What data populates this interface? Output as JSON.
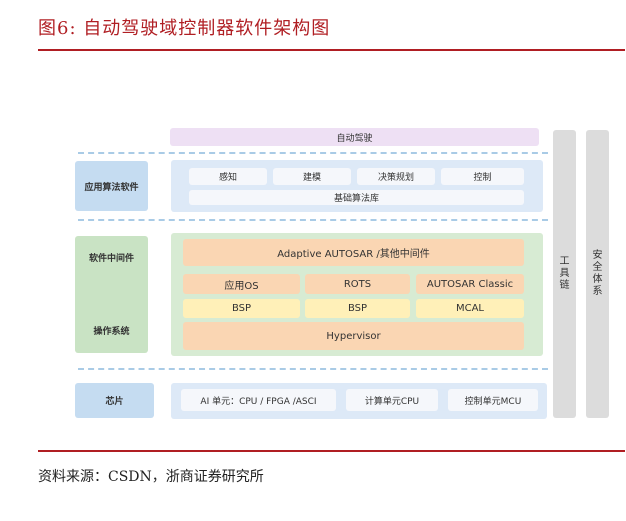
{
  "figure": {
    "title": "图6:   自动驾驶域控制器软件架构图",
    "source": "资料来源：CSDN，浙商证券研究所"
  },
  "diagram": {
    "top_bar": "自动驾驶",
    "app_layer": {
      "side_label": "应用算法软件",
      "items": [
        "感知",
        "建模",
        "决策规划",
        "控制"
      ],
      "base": "基础算法库"
    },
    "middleware_layer": {
      "side_label_middleware": "软件中间件",
      "side_label_os": "操作系统",
      "adaptive": "Adaptive AUTOSAR /其他中间件",
      "row1": [
        "应用OS",
        "ROTS",
        "AUTOSAR Classic"
      ],
      "row2": [
        "BSP",
        "BSP",
        "MCAL"
      ],
      "hypervisor": "Hypervisor"
    },
    "chip_layer": {
      "side_label": "芯片",
      "items": [
        "AI 单元：CPU / FPGA /ASCI",
        "计算单元CPU",
        "控制单元MCU"
      ]
    },
    "right_columns": {
      "toolchain": [
        "工",
        "具",
        "链"
      ],
      "safety": [
        "安",
        "全",
        "体",
        "系"
      ]
    }
  }
}
